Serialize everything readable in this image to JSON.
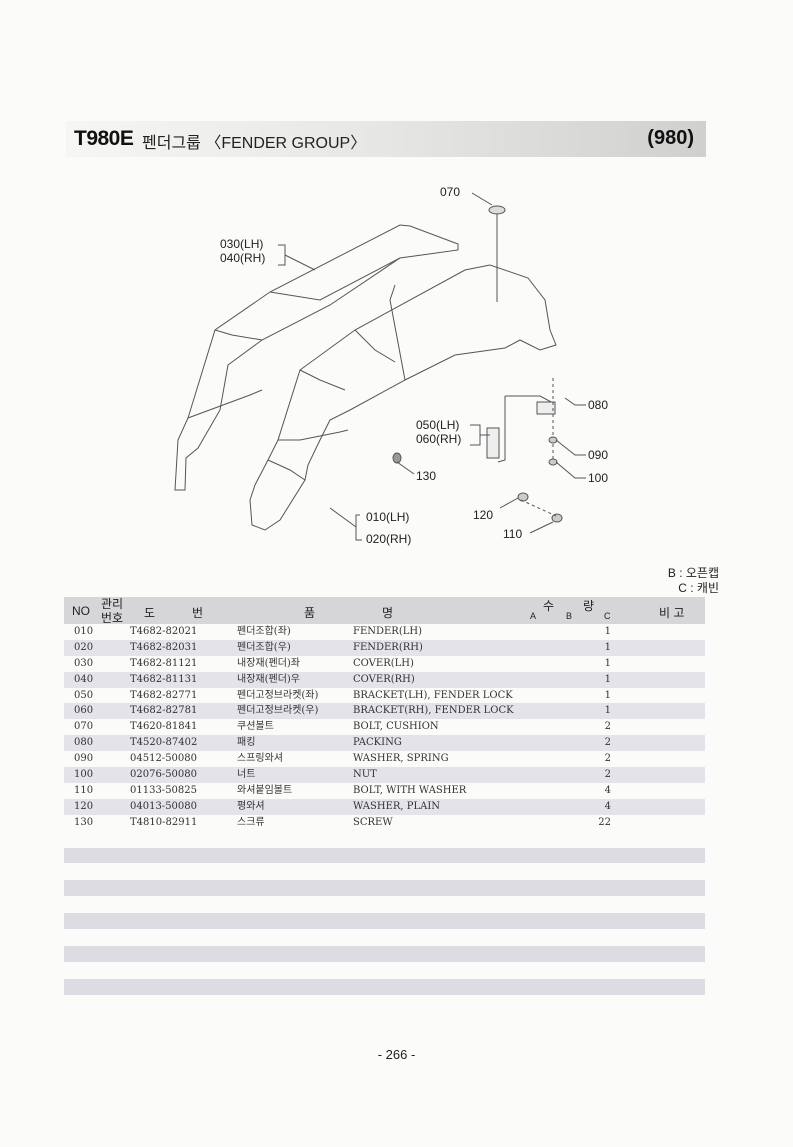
{
  "header": {
    "model": "T980E",
    "title": "펜더그룹 〈FENDER GROUP〉",
    "code": "(980)"
  },
  "callouts": {
    "c070": "070",
    "c030": "030(LH)",
    "c040": "040(RH)",
    "c080": "080",
    "c050": "050(LH)",
    "c060": "060(RH)",
    "c090": "090",
    "c100": "100",
    "c130": "130",
    "c120": "120",
    "c110": "110",
    "c010": "010(LH)",
    "c020": "020(RH)"
  },
  "legend": {
    "b": "B : 오픈캡",
    "c": "C : 캐빈"
  },
  "table": {
    "headers": {
      "no": "NO",
      "mgmt_top": "관리",
      "mgmt_bot": "번호",
      "dwg1": "도",
      "dwg2": "번",
      "name1": "품",
      "name2": "명",
      "qty1": "수",
      "qty2": "량",
      "qa": "A",
      "qb": "B",
      "qc": "C",
      "remark": "비 고"
    },
    "rows": [
      {
        "no": "010",
        "part": "T4682-82021",
        "kname": "펜더조합(좌)",
        "ename": "FENDER(LH)",
        "qty": "1"
      },
      {
        "no": "020",
        "part": "T4682-82031",
        "kname": "펜더조합(우)",
        "ename": "FENDER(RH)",
        "qty": "1"
      },
      {
        "no": "030",
        "part": "T4682-81121",
        "kname": "내장재(펜더)좌",
        "ename": "COVER(LH)",
        "qty": "1"
      },
      {
        "no": "040",
        "part": "T4682-81131",
        "kname": "내장재(펜더)우",
        "ename": "COVER(RH)",
        "qty": "1"
      },
      {
        "no": "050",
        "part": "T4682-82771",
        "kname": "펜더고정브라켓(좌)",
        "ename": "BRACKET(LH), FENDER LOCK",
        "qty": "1"
      },
      {
        "no": "060",
        "part": "T4682-82781",
        "kname": "펜더고정브라켓(우)",
        "ename": "BRACKET(RH), FENDER LOCK",
        "qty": "1"
      },
      {
        "no": "070",
        "part": "T4620-81841",
        "kname": "쿠션볼트",
        "ename": "BOLT, CUSHION",
        "qty": "2"
      },
      {
        "no": "080",
        "part": "T4520-87402",
        "kname": "패킹",
        "ename": "PACKING",
        "qty": "2"
      },
      {
        "no": "090",
        "part": "04512-50080",
        "kname": "스프링와셔",
        "ename": "WASHER, SPRING",
        "qty": "2"
      },
      {
        "no": "100",
        "part": "02076-50080",
        "kname": "너트",
        "ename": "NUT",
        "qty": "2"
      },
      {
        "no": "110",
        "part": "01133-50825",
        "kname": "와셔붙임볼트",
        "ename": "BOLT, WITH WASHER",
        "qty": "4"
      },
      {
        "no": "120",
        "part": "04013-50080",
        "kname": "평와셔",
        "ename": "WASHER, PLAIN",
        "qty": "4"
      },
      {
        "no": "130",
        "part": "T4810-82911",
        "kname": "스크류",
        "ename": "SCREW",
        "qty": "22"
      }
    ]
  },
  "page_number": "- 266 -"
}
